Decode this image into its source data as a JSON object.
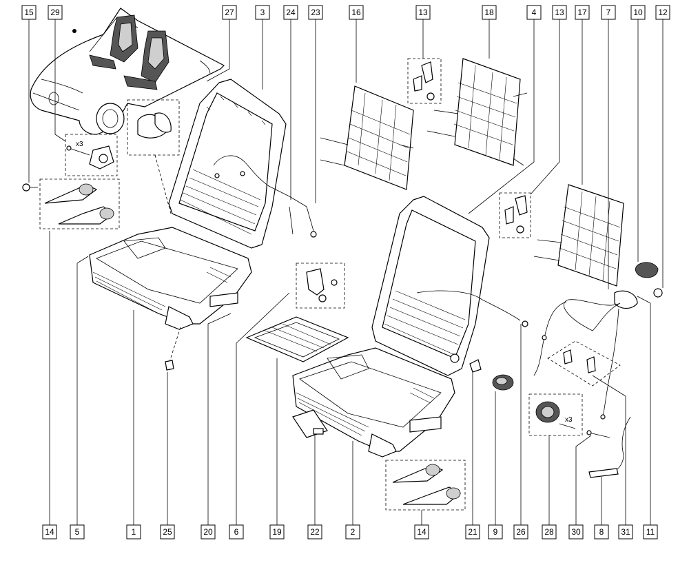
{
  "diagram": {
    "top_callouts": [
      "15",
      "29",
      "27",
      "3",
      "24",
      "23",
      "16",
      "13",
      "18",
      "4",
      "13",
      "17",
      "7",
      "10",
      "12"
    ],
    "bottom_callouts": [
      "14",
      "5",
      "1",
      "25",
      "20",
      "6",
      "19",
      "22",
      "2",
      "14",
      "21",
      "9",
      "26",
      "28",
      "30",
      "8",
      "31",
      "11"
    ],
    "quantity_labels": [
      "x3",
      "x3"
    ]
  }
}
